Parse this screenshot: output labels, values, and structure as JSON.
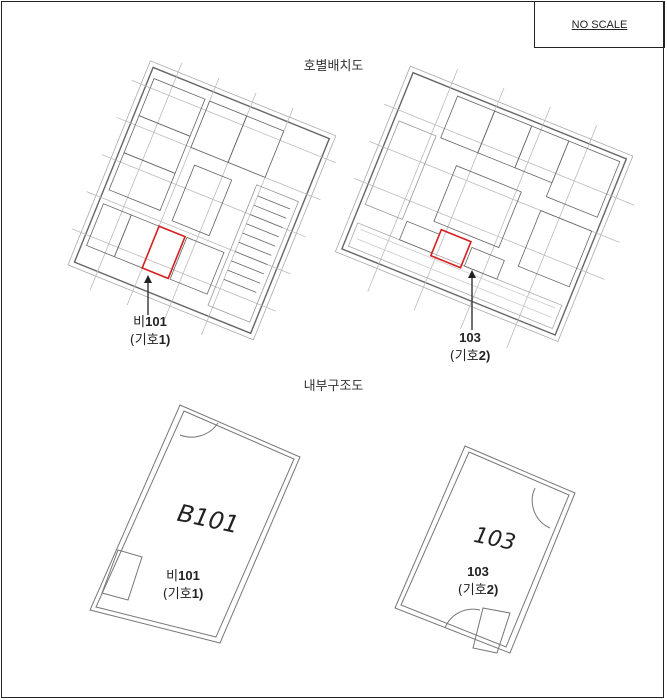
{
  "header": {
    "no_scale": "NO SCALE"
  },
  "sections": {
    "layout_title": "호별배치도",
    "interior_title": "내부구조도"
  },
  "layout_plans": [
    {
      "unit_prefix": "비",
      "unit_number": "101",
      "symbol_open": "(기호",
      "symbol_number": "1",
      "symbol_close": ")"
    },
    {
      "unit_prefix": "",
      "unit_number": "103",
      "symbol_open": "(기호",
      "symbol_number": "2",
      "symbol_close": ")"
    }
  ],
  "interior_plans": [
    {
      "room_code": "B101",
      "unit_prefix": "비",
      "unit_number": "101",
      "symbol_open": "(기호",
      "symbol_number": "1",
      "symbol_close": ")"
    },
    {
      "room_code": "103",
      "unit_prefix": "",
      "unit_number": "103",
      "symbol_open": "(기호",
      "symbol_number": "2",
      "symbol_close": ")"
    }
  ],
  "colors": {
    "highlight": "#d42020",
    "line": "#555555"
  }
}
